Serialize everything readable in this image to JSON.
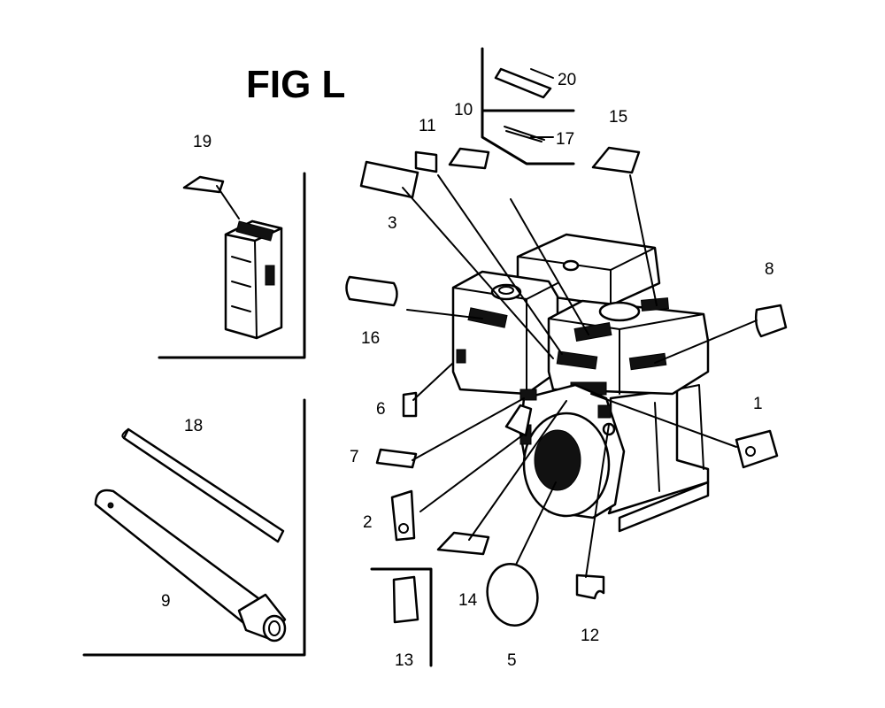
{
  "figure": {
    "title": "FIG L"
  },
  "callouts": [
    {
      "id": "c1",
      "label": "1"
    },
    {
      "id": "c2",
      "label": "2"
    },
    {
      "id": "c3",
      "label": "3"
    },
    {
      "id": "c5",
      "label": "5"
    },
    {
      "id": "c6",
      "label": "6"
    },
    {
      "id": "c7",
      "label": "7"
    },
    {
      "id": "c8",
      "label": "8"
    },
    {
      "id": "c9",
      "label": "9"
    },
    {
      "id": "c10",
      "label": "10"
    },
    {
      "id": "c11",
      "label": "11"
    },
    {
      "id": "c12",
      "label": "12"
    },
    {
      "id": "c13",
      "label": "13"
    },
    {
      "id": "c14",
      "label": "14"
    },
    {
      "id": "c15",
      "label": "15"
    },
    {
      "id": "c16",
      "label": "16"
    },
    {
      "id": "c17",
      "label": "17"
    },
    {
      "id": "c18",
      "label": "18"
    },
    {
      "id": "c19",
      "label": "19"
    },
    {
      "id": "c20",
      "label": "20"
    }
  ]
}
